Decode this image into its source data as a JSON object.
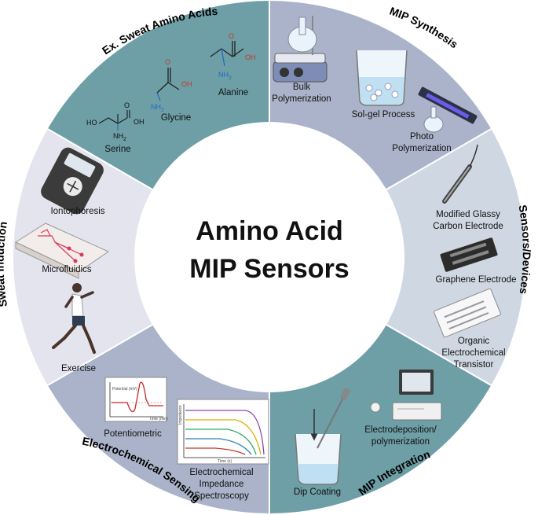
{
  "center": {
    "line1": "Amino Acid",
    "line2": "MIP Sensors"
  },
  "segments": [
    {
      "id": "sweat-amino-acids",
      "title": "Ex. Sweat Amino Acids",
      "color": "#6e9ea6",
      "items": [
        "Alanine",
        "Glycine",
        "Serine"
      ]
    },
    {
      "id": "mip-synthesis",
      "title": "MIP Synthesis",
      "color": "#aab3c9",
      "items": [
        "Bulk Polymerization",
        "Sol-gel Process",
        "Photo Polymerization"
      ]
    },
    {
      "id": "sensors-devices",
      "title": "Sensors/Devices",
      "color": "#cfd8e2",
      "items": [
        "Modified Glassy Carbon Electrode",
        "Graphene Electrode",
        "Organic Electrochemical Transistor"
      ]
    },
    {
      "id": "mip-integration",
      "title": "MIP Integration",
      "color": "#6e9ea6",
      "items": [
        "Electrodeposition/ polymerization",
        "Dip Coating"
      ]
    },
    {
      "id": "electrochemical-sensing",
      "title": "Electrochemical Sensing",
      "color": "#aab3c9",
      "items": [
        "Potentiometric",
        "Electrochemical Impedance Spectroscopy"
      ]
    },
    {
      "id": "sweat-induction",
      "title": "Sweat Induction",
      "color": "#e3e4ee",
      "items": [
        "Iontophoresis",
        "Microfluidics",
        "Exercise"
      ]
    }
  ],
  "labels": {
    "alanine": "Alanine",
    "glycine": "Glycine",
    "serine": "Serine",
    "bulk1": "Bulk",
    "bulk2": "Polymerization",
    "solgel": "Sol-gel Process",
    "photo1": "Photo",
    "photo2": "Polymerization",
    "glassy1": "Modified Glassy",
    "glassy2": "Carbon Electrode",
    "graphene": "Graphene Electrode",
    "oect1": "Organic",
    "oect2": "Electrochemical",
    "oect3": "Transistor",
    "edep1": "Electrodeposition/",
    "edep2": "polymerization",
    "dip": "Dip Coating",
    "potentio": "Potentiometric",
    "eis1": "Electrochemical",
    "eis2": "Impedance",
    "eis3": "Spectroscopy",
    "ionto": "Iontophoresis",
    "micro": "Microfluidics",
    "exercise": "Exercise"
  },
  "chem_atoms": {
    "oh": "OH",
    "o": "O",
    "ho": "HO",
    "nh2": "NH",
    "sub2": "2"
  },
  "graph_axes": {
    "potentio_y": "Potential (mV)",
    "potentio_x": "Time (min)",
    "eis_y": "Impedance",
    "eis_x": "Time (s)"
  }
}
